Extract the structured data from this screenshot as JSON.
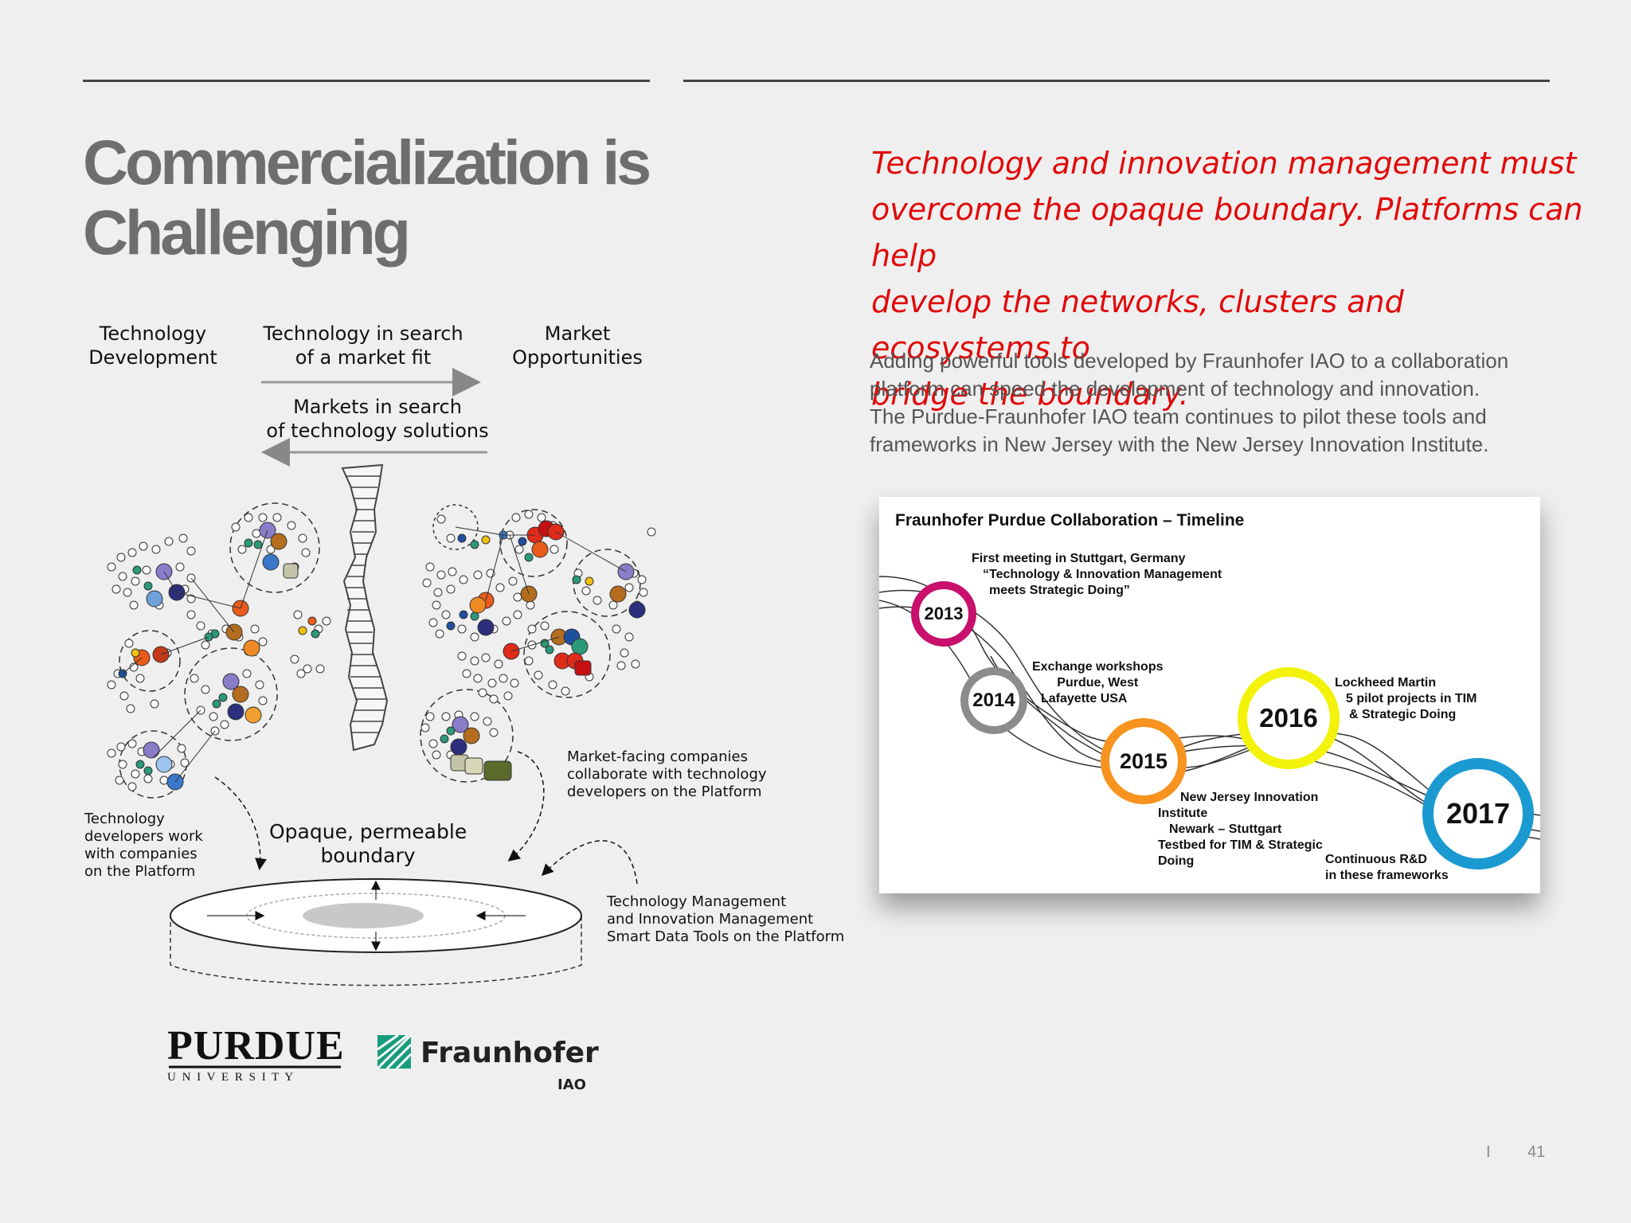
{
  "slide": {
    "title_line1": "Commercialization is",
    "title_line2": "Challenging",
    "quote_lines": [
      "Technology and innovation management must",
      "overcome the opaque boundary. Platforms can help",
      "develop the networks, clusters and ecosystems to",
      "bridge the boundary."
    ],
    "paragraph_lines": [
      "Adding powerful tools developed by Fraunhofer IAO to a collaboration",
      "platform can speed the development of technology and innovation.",
      "The Purdue-Fraunhofer IAO team continues to pilot these tools and",
      "frameworks in New Jersey with the New Jersey Innovation Institute."
    ],
    "page_sep": "I",
    "page_number": "41",
    "colors": {
      "accent": "#e00a0a",
      "title": "#6e6e6e"
    }
  },
  "diagram": {
    "col_tech_1": "Technology",
    "col_tech_2": "Development",
    "col_search_1": "Technology in search",
    "col_search_2": "of a market fit",
    "col_market_1": "Market",
    "col_market_2": "Opportunities",
    "markets_1": "Markets in search",
    "markets_2": "of technology solutions",
    "boundary_1": "Opaque, permeable",
    "boundary_2": "boundary",
    "dev_note": [
      "Technology",
      "developers work",
      "with companies",
      "on the Platform"
    ],
    "market_note": [
      "Market-facing companies",
      "collaborate with technology",
      "developers on the Platform"
    ],
    "tools_note": [
      "Technology Management",
      "and Innovation Management",
      "Smart Data Tools on the Platform"
    ]
  },
  "logos": {
    "purdue_main": "PURDUE",
    "purdue_sub": "U N I V E R S I T Y",
    "fraunhofer_main": "Fraunhofer",
    "fraunhofer_sub": "IAO"
  },
  "timeline": {
    "title": "Fraunhofer Purdue Collaboration – Timeline",
    "milestones": [
      {
        "year": "2013",
        "color": "#c8106c",
        "text": [
          "First meeting in Stuttgart, Germany",
          "“Technology & Innovation Management",
          "meets Strategic Doing”"
        ]
      },
      {
        "year": "2014",
        "color": "#8c8c8c",
        "text": [
          "Exchange workshops",
          "Purdue, West",
          "Lafayette USA"
        ]
      },
      {
        "year": "2015",
        "color": "#f7931e",
        "text": [
          "New Jersey Innovation",
          "Institute",
          "Newark – Stuttgart",
          "Testbed for TIM & Strategic",
          "Doing"
        ]
      },
      {
        "year": "2016",
        "color": "#f2f20a",
        "text": [
          "Lockheed Martin",
          "5 pilot projects in TIM",
          "& Strategic Doing"
        ]
      },
      {
        "year": "2017",
        "color": "#1b9ad1",
        "text": [
          "Continuous R&D",
          "in these frameworks"
        ]
      }
    ]
  }
}
